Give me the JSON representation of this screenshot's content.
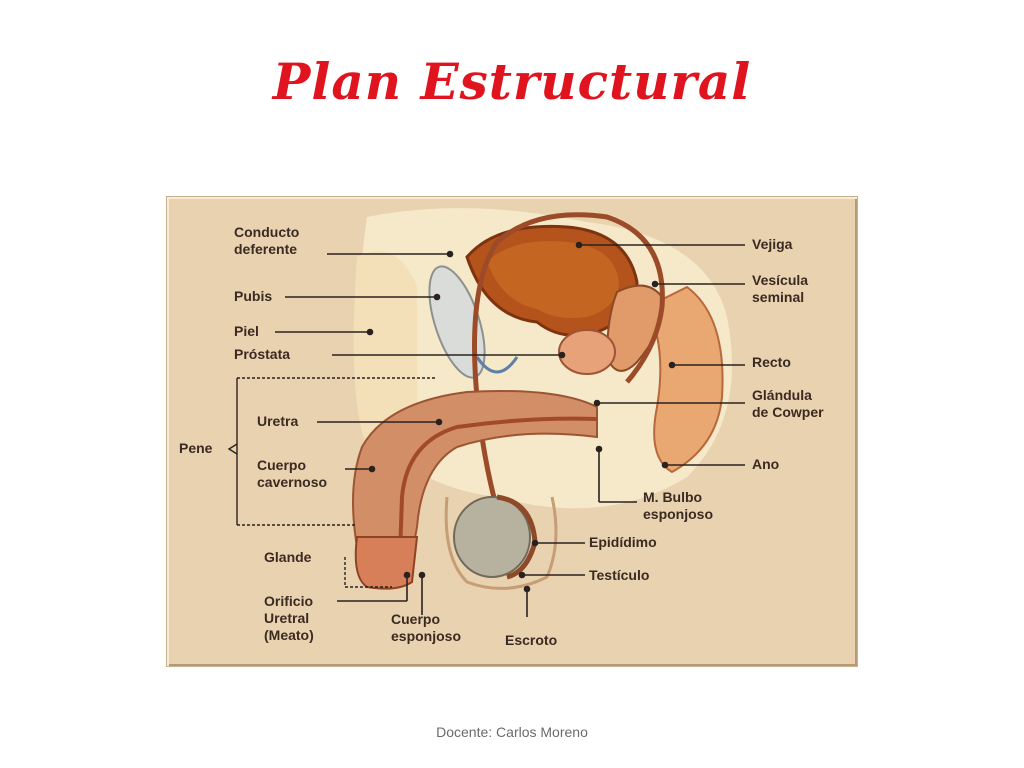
{
  "slide": {
    "title": "Plan Estructural",
    "footer": "Docente: Carlos Moreno"
  },
  "diagram": {
    "labels": {
      "conducto_deferente": "Conducto\ndeferente",
      "pubis": "Pubis",
      "piel": "Piel",
      "prostata": "Próstata",
      "pene": "Pene",
      "uretra": "Uretra",
      "cuerpo_cavernoso": "Cuerpo\ncavernoso",
      "glande": "Glande",
      "orificio_uretral": "Orificio\nUretral\n(Meato)",
      "cuerpo_esponjoso": "Cuerpo\nesponjoso",
      "escroto": "Escroto",
      "vejiga": "Vejiga",
      "vesicula_seminal": "Vesícula\nseminal",
      "recto": "Recto",
      "glandula_cowper": "Glándula\nde Cowper",
      "ano": "Ano",
      "bulbo_esponjoso": "M. Bulbo\nesponjoso",
      "epididimo": "Epidídimo",
      "testiculo": "Testículo"
    }
  }
}
